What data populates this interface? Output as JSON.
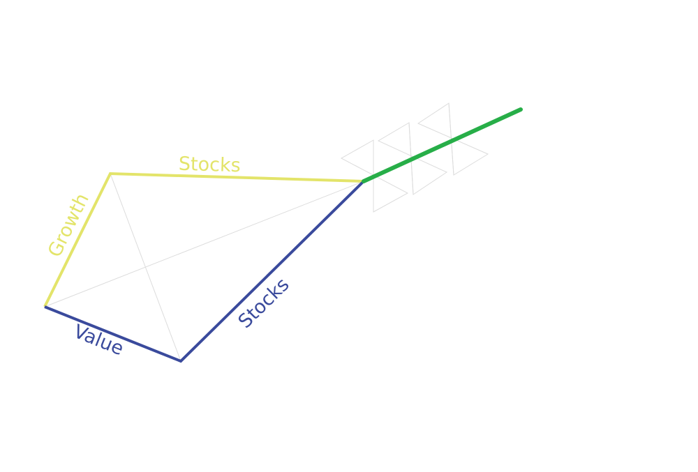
{
  "labels": {
    "growth": "Growth",
    "stocks_top": "Stocks",
    "value": "Value",
    "stocks_bottom": "Stocks"
  },
  "colors": {
    "growth_stocks": "#e3e46a",
    "value_stocks": "#3a4a9c",
    "trend": "#27ae48",
    "guide": "#dcdcdc",
    "background": "#ffffff"
  }
}
